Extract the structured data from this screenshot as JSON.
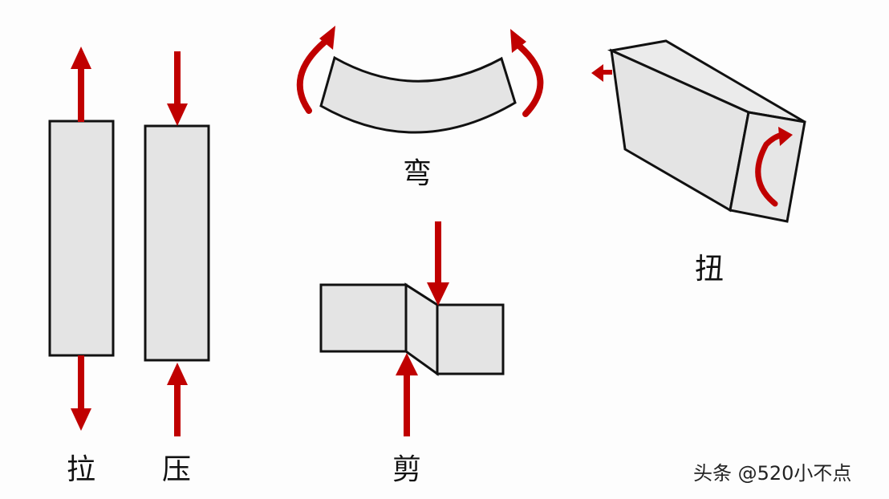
{
  "diagram": {
    "colors": {
      "fill": "#e4e4e4",
      "stroke": "#111111",
      "arrow": "#c00000"
    },
    "panels": [
      {
        "id": "tension",
        "label": "拉"
      },
      {
        "id": "compression",
        "label": "压"
      },
      {
        "id": "bending",
        "label": "弯"
      },
      {
        "id": "torsion",
        "label": "扭"
      },
      {
        "id": "shear",
        "label": "剪"
      }
    ]
  },
  "watermark": "头条 @520小不点"
}
